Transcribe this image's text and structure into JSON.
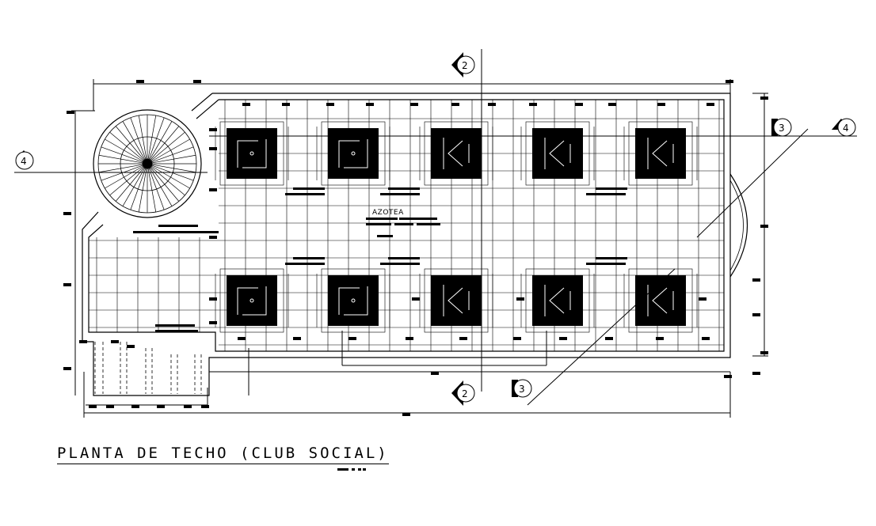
{
  "drawing": {
    "title": "PLANTA DE TECHO (CLUB SOCIAL)",
    "area_label": "AZOTEA",
    "axis_markers": [
      "2",
      "3",
      "4"
    ]
  },
  "colors": {
    "ink": "#000000",
    "background": "#ffffff"
  }
}
